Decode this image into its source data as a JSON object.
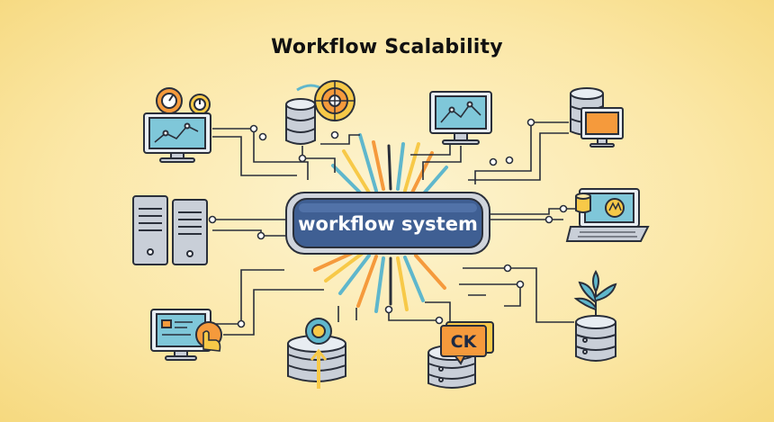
{
  "diagram": {
    "title": "Workflow Scalability",
    "hub_label": "workflow system",
    "badge_label": "CK",
    "colors": {
      "background": "#fbe7a6",
      "hub_fill": "#3f5f93",
      "outline": "#2a2f3a",
      "accent_orange": "#f59a3c",
      "accent_blue": "#5fb7cc",
      "accent_yellow": "#f7c948",
      "screen_blue": "#7fc7d9"
    },
    "nodes": [
      {
        "id": "monitor-gears",
        "icon": "monitor-with-gears-icon"
      },
      {
        "id": "database-dial",
        "icon": "database-with-dial-icon"
      },
      {
        "id": "monitor-chart",
        "icon": "monitor-with-chart-icon"
      },
      {
        "id": "database-monitor",
        "icon": "database-and-monitor-icon"
      },
      {
        "id": "server-towers",
        "icon": "server-towers-icon"
      },
      {
        "id": "laptop-database",
        "icon": "laptop-with-database-icon"
      },
      {
        "id": "monitor-touch",
        "icon": "monitor-with-touch-icon"
      },
      {
        "id": "database-upload",
        "icon": "database-upload-icon"
      },
      {
        "id": "database-ck",
        "icon": "database-with-ck-badge-icon"
      },
      {
        "id": "database-plant",
        "icon": "database-with-plant-icon"
      }
    ]
  }
}
